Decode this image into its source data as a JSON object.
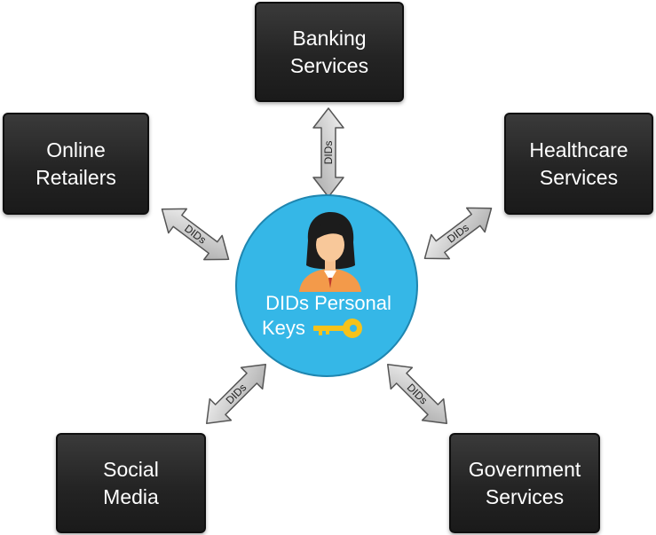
{
  "nodes": {
    "banking": {
      "line1": "Banking",
      "line2": "Services"
    },
    "online": {
      "line1": "Online",
      "line2": "Retailers"
    },
    "healthcare": {
      "line1": "Healthcare",
      "line2": "Services"
    },
    "social": {
      "line1": "Social",
      "line2": "Media"
    },
    "government": {
      "line1": "Government",
      "line2": "Services"
    }
  },
  "hub": {
    "line1": "DIDs Personal",
    "line2": "Keys",
    "color": "#35b7e7",
    "person_icon": "person-icon",
    "key_icon": "key-icon"
  },
  "connector_label": "DIDs",
  "colors": {
    "node_fill": "#262626",
    "arrow_fill": "#c8c8c8",
    "key": "#f6c21a",
    "person_shirt": "#f39a4a"
  }
}
